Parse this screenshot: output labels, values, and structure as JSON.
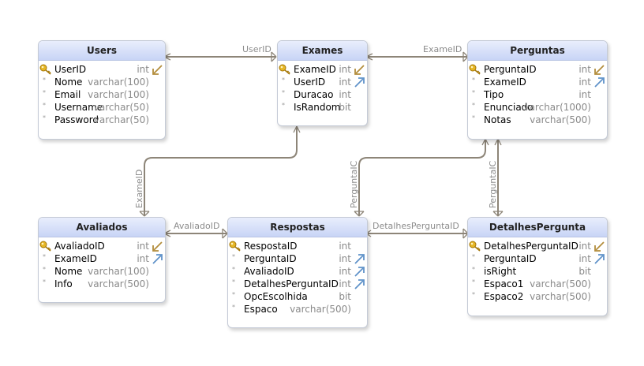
{
  "colors": {
    "connector": "#8d8578",
    "header_top": "#e9eefc",
    "header_bottom": "#c8d4f6",
    "key": "#d6a20f",
    "fk_in": "#c2a05a",
    "fk_out": "#6b9ccf"
  },
  "tables": {
    "users": {
      "name": "Users",
      "fields": [
        {
          "name": "UserID",
          "type": "int",
          "pk": true,
          "fk": "in"
        },
        {
          "name": "Nome",
          "type": "varchar(100)"
        },
        {
          "name": "Email",
          "type": "varchar(100)"
        },
        {
          "name": "Username",
          "type": "varchar(50)"
        },
        {
          "name": "Password",
          "type": "varchar(50)"
        }
      ]
    },
    "exames": {
      "name": "Exames",
      "fields": [
        {
          "name": "ExameID",
          "type": "int",
          "pk": true,
          "fk": "in"
        },
        {
          "name": "UserID",
          "type": "int",
          "fk": "out"
        },
        {
          "name": "Duracao",
          "type": "int"
        },
        {
          "name": "IsRandom",
          "type": "bit"
        }
      ]
    },
    "perguntas": {
      "name": "Perguntas",
      "fields": [
        {
          "name": "PerguntaID",
          "type": "int",
          "pk": true,
          "fk": "in"
        },
        {
          "name": "ExameID",
          "type": "int",
          "fk": "out"
        },
        {
          "name": "Tipo",
          "type": "int"
        },
        {
          "name": "Enunciado",
          "type": "varchar(1000)"
        },
        {
          "name": "Notas",
          "type": "varchar(500)"
        }
      ]
    },
    "avaliados": {
      "name": "Avaliados",
      "fields": [
        {
          "name": "AvaliadoID",
          "type": "int",
          "pk": true,
          "fk": "in"
        },
        {
          "name": "ExameID",
          "type": "int",
          "fk": "out"
        },
        {
          "name": "Nome",
          "type": "varchar(100)"
        },
        {
          "name": "Info",
          "type": "varchar(500)"
        }
      ]
    },
    "respostas": {
      "name": "Respostas",
      "fields": [
        {
          "name": "RespostaID",
          "type": "int",
          "pk": true
        },
        {
          "name": "PerguntaID",
          "type": "int",
          "fk": "out"
        },
        {
          "name": "AvaliadoID",
          "type": "int",
          "fk": "out"
        },
        {
          "name": "DetalhesPerguntaID",
          "type": "int",
          "fk": "out"
        },
        {
          "name": "OpcEscolhida",
          "type": "bit"
        },
        {
          "name": "Espaco",
          "type": "varchar(500)"
        }
      ]
    },
    "detalhes": {
      "name": "DetalhesPergunta",
      "fields": [
        {
          "name": "DetalhesPerguntaID",
          "type": "int",
          "pk": true,
          "fk": "in"
        },
        {
          "name": "PerguntaID",
          "type": "int",
          "fk": "out"
        },
        {
          "name": "isRight",
          "type": "bit"
        },
        {
          "name": "Espaco1",
          "type": "varchar(500)"
        },
        {
          "name": "Espaco2",
          "type": "varchar(500)"
        }
      ]
    }
  },
  "relations": {
    "exames_users": "UserID",
    "perguntas_exames": "ExameID",
    "avaliados_exames": "ExameID",
    "respostas_avaliados": "AvaliadoID",
    "respostas_perguntas": "PerguntaIC",
    "respostas_detalhes": "DetalhesPerguntaID",
    "detalhes_perguntas": "PerguntaIC"
  }
}
